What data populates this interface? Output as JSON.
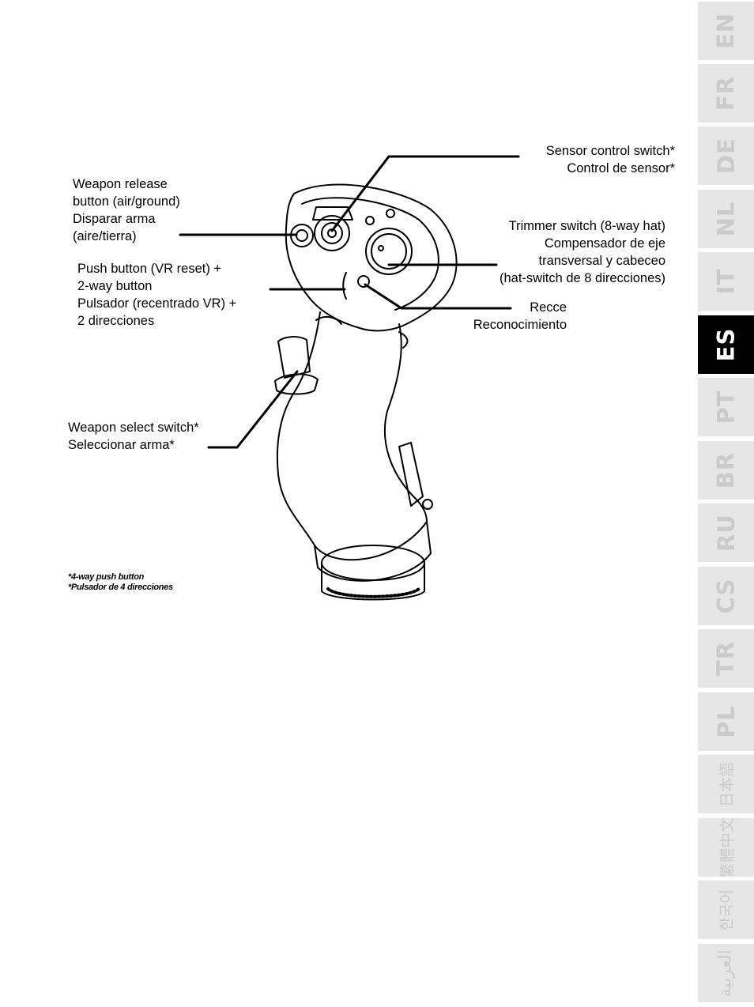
{
  "labels": {
    "sensor": {
      "line1": "Sensor control switch*",
      "line2": "Control de sensor*"
    },
    "weapon_release": {
      "line1": "Weapon release",
      "line2": "button (air/ground)",
      "line3": "Disparar arma",
      "line4": "(aire/tierra)"
    },
    "trimmer": {
      "line1": "Trimmer switch (8-way hat)",
      "line2": "Compensador de eje",
      "line3": "transversal y cabeceo",
      "line4": "(hat-switch de 8 direcciones)"
    },
    "push_button": {
      "line1": "Push button (VR reset) +",
      "line2": "2-way button",
      "line3": "Pulsador (recentrado VR) +",
      "line4": "2 direcciones"
    },
    "recce": {
      "line1": "Recce",
      "line2": "Reconocimiento"
    },
    "weapon_select": {
      "line1": "Weapon select switch*",
      "line2": "Seleccionar arma*"
    }
  },
  "footnote": {
    "line1": "*4-way push button",
    "line2": "*Pulsador de 4 direcciones"
  },
  "language_tabs": [
    {
      "label": "EN"
    },
    {
      "label": "FR"
    },
    {
      "label": "DE"
    },
    {
      "label": "NL"
    },
    {
      "label": "IT"
    },
    {
      "label": "ES",
      "active": true
    },
    {
      "label": "PT"
    },
    {
      "label": "BR"
    },
    {
      "label": "RU"
    },
    {
      "label": "CS"
    },
    {
      "label": "TR"
    },
    {
      "label": "PL"
    },
    {
      "label": "日本語"
    },
    {
      "label": "繁體中文"
    },
    {
      "label": "한국어"
    },
    {
      "label": "العربية"
    }
  ],
  "colors": {
    "tab_inactive_bg": "#e6e6e6",
    "tab_inactive_text": "#cbcbcb",
    "tab_active_bg": "#000000",
    "tab_active_text": "#ffffff"
  }
}
